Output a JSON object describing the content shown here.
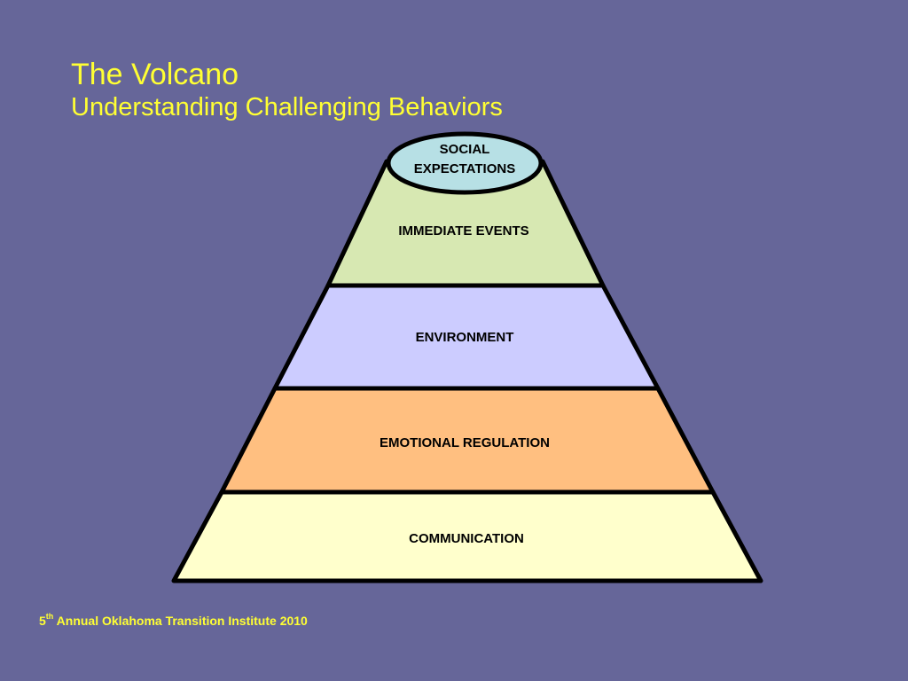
{
  "slide": {
    "background": "#666699",
    "accent_text_color": "#ffff33"
  },
  "title": "The Volcano",
  "subtitle": "Understanding Challenging Behaviors",
  "volcano": {
    "top": {
      "line1": "SOCIAL",
      "line2": "EXPECTATIONS",
      "color": "#b7e0e5"
    },
    "layers": [
      {
        "label": "IMMEDIATE EVENTS",
        "color": "#d7e8b2"
      },
      {
        "label": "ENVIRONMENT",
        "color": "#ccccff"
      },
      {
        "label": "EMOTIONAL REGULATION",
        "color": "#ffbf80"
      },
      {
        "label": "COMMUNICATION",
        "color": "#ffffcc"
      }
    ]
  },
  "footer": {
    "number": "5",
    "ordinal_suffix": "th",
    "text": " Annual Oklahoma Transition Institute 2010"
  }
}
